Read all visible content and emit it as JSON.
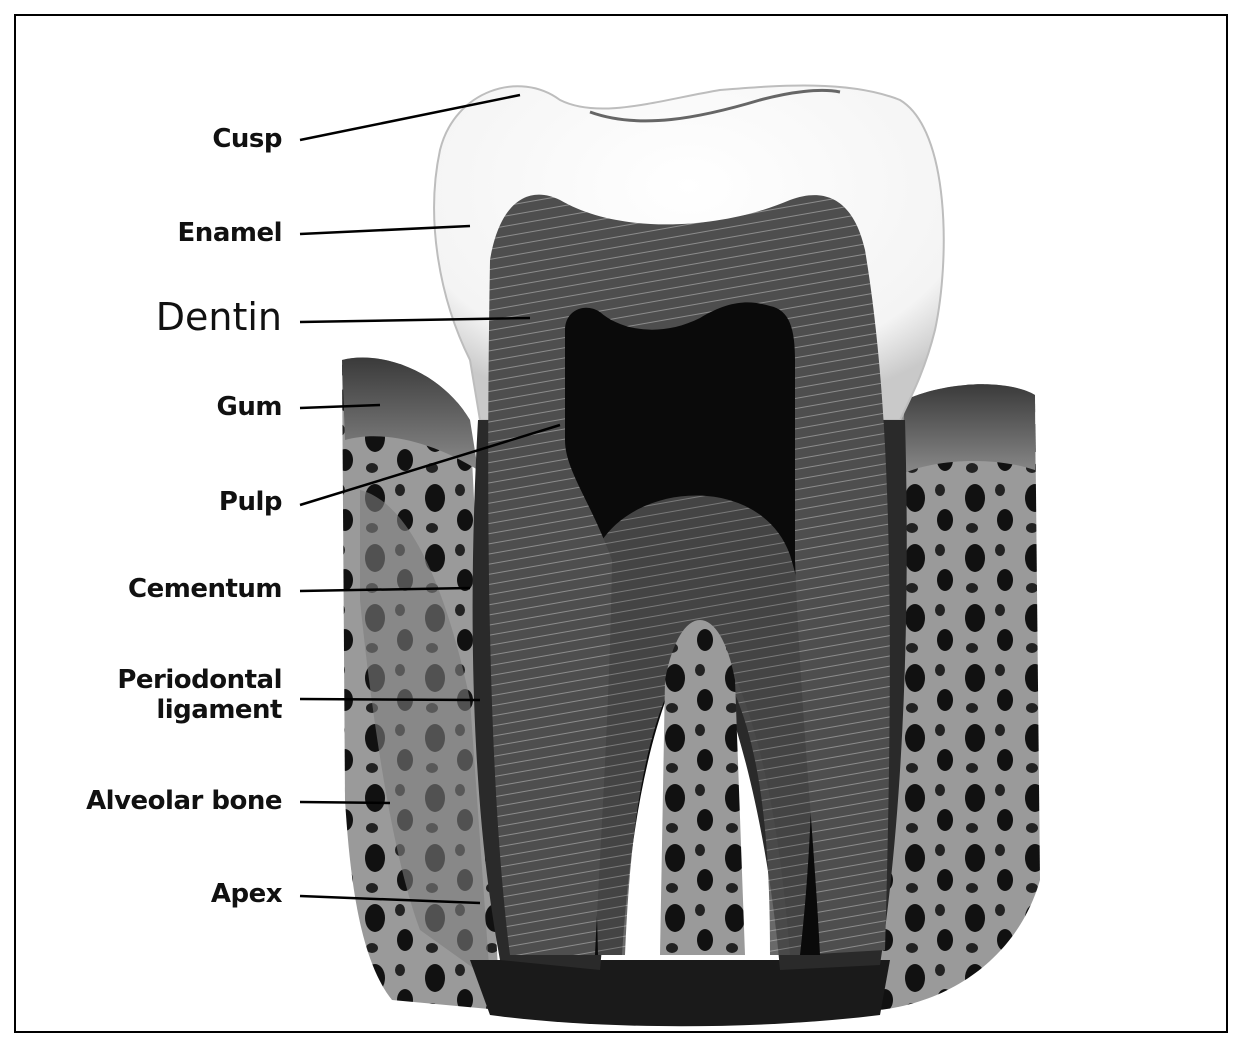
{
  "labels": {
    "cusp": "Cusp",
    "enamel": "Enamel",
    "dentin": "Dentin",
    "gum": "Gum",
    "pulp": "Pulp",
    "cementum": "Cementum",
    "periodontal_1": "Periodontal",
    "periodontal_2": "ligament",
    "alveolar_bone": "Alveolar bone",
    "apex": "Apex"
  },
  "colors": {
    "line": "#000000",
    "ink": "#111111",
    "enamel": "#f2f2f2",
    "dentin": "#5a5a5a",
    "pulp": "#0a0a0a",
    "bone": "#8a8a8a",
    "gum": "#6e6e6e"
  }
}
